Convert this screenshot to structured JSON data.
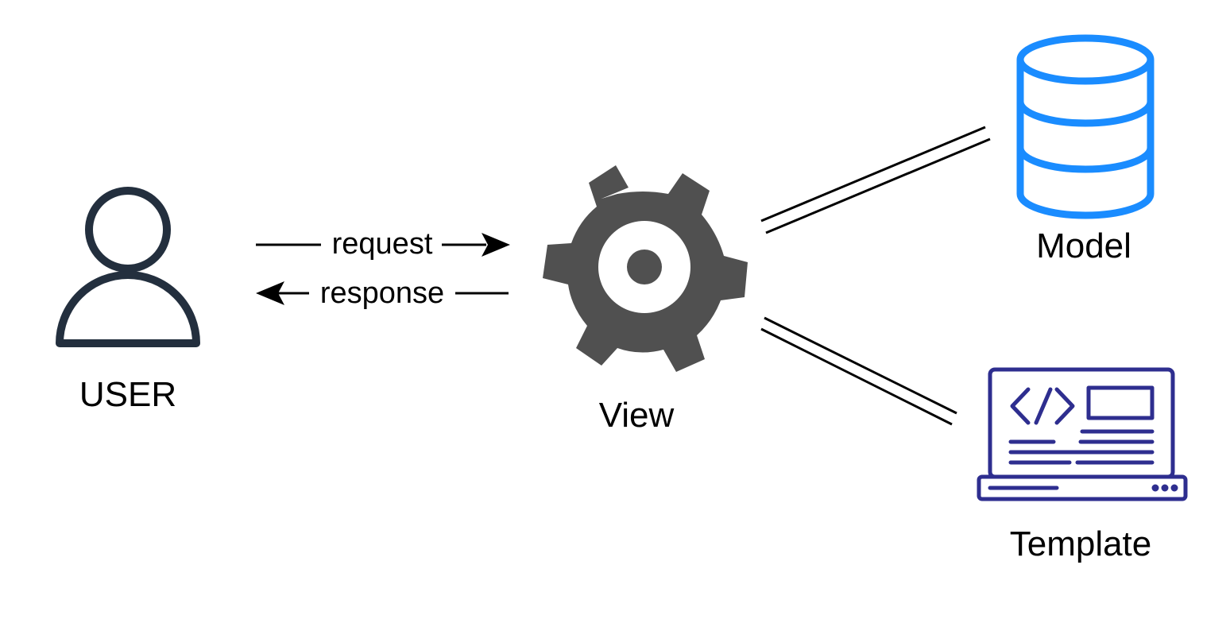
{
  "nodes": {
    "user": {
      "label": "USER",
      "icon": "user-icon",
      "color": "#232f3e"
    },
    "view": {
      "label": "View",
      "icon": "gear-icon",
      "color": "#505050"
    },
    "model": {
      "label": "Model",
      "icon": "database-icon",
      "color": "#1a8cff"
    },
    "template": {
      "label": "Template",
      "icon": "laptop-code-icon",
      "color": "#2e2e8f"
    }
  },
  "edges": {
    "request": {
      "label": "request",
      "from": "user",
      "to": "view"
    },
    "response": {
      "label": "response",
      "from": "view",
      "to": "user"
    },
    "view_model": {
      "from": "view",
      "to": "model",
      "style": "double-line"
    },
    "view_template": {
      "from": "view",
      "to": "template",
      "style": "double-line"
    }
  }
}
